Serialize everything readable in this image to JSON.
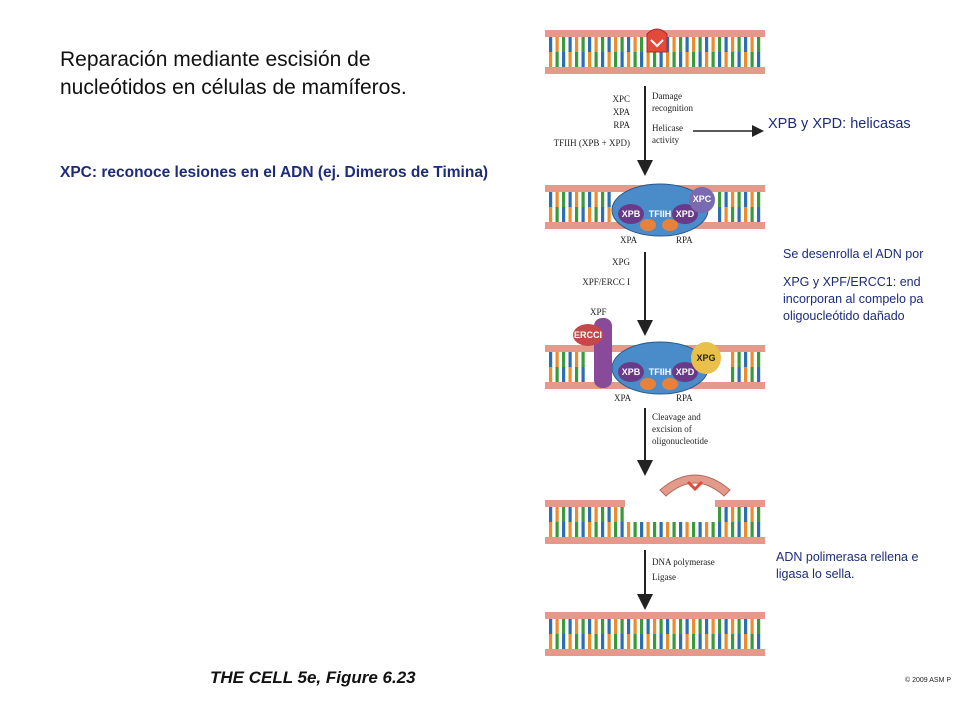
{
  "title": "Reparación mediante escisión de nucleótidos en células de mamíferos.",
  "xpc_note": "XPC: reconoce lesiones en el ADN (ej. Dimeros de Timina)",
  "helicase_note": "XPB y XPD: helicasas",
  "unwind_note": "Se desenrolla el ADN por",
  "endonuclease_note": {
    "line1": "XPG y XPF/ERCC1: end",
    "line2": "incorporan al compelo pa",
    "line3": "oligoucleótido dañado"
  },
  "polymerase_note": {
    "line1": "ADN polimerasa rellena e",
    "line2": "ligasa lo sella."
  },
  "figure_caption": "THE CELL 5e, Figure 6.23",
  "copyright": "© 2009 ASM P",
  "step1": {
    "factors": [
      "XPC",
      "XPA",
      "RPA",
      "TFIIH (XPB + XPD)"
    ],
    "process": [
      "Damage",
      "recognition",
      "Helicase",
      "activity"
    ]
  },
  "step2": {
    "factors": [
      "XPG",
      "XPF/ERCC I"
    ]
  },
  "step3": {
    "process": [
      "Cleavage and",
      "excision of",
      "oligonucleotide"
    ]
  },
  "step4": {
    "process": [
      "DNA polymerase",
      "Ligase"
    ]
  },
  "proteins": {
    "tfiih": "TFIIH",
    "xpb": "XPB",
    "xpd": "XPD",
    "xpc": "XPC",
    "xpa": "XPA",
    "rpa": "RPA",
    "xpf": "XPF",
    "ercc1": "ERCCI",
    "xpg": "XPG"
  },
  "colors": {
    "strand": "#e39a8a",
    "base_blue": "#2a6fb3",
    "base_orange": "#ef8a2e",
    "base_green": "#3a9a3a",
    "tfiih": "#4a8cc9",
    "xpb_xpd": "#6a3a8a",
    "xpc": "#7a6ab0",
    "xpa_rpa": "#e8823a",
    "ercc1": "#c4484a",
    "xpf": "#8a4a9a",
    "xpg": "#e8c04a",
    "arrow": "#222222",
    "note_text": "#1d2b7a"
  }
}
